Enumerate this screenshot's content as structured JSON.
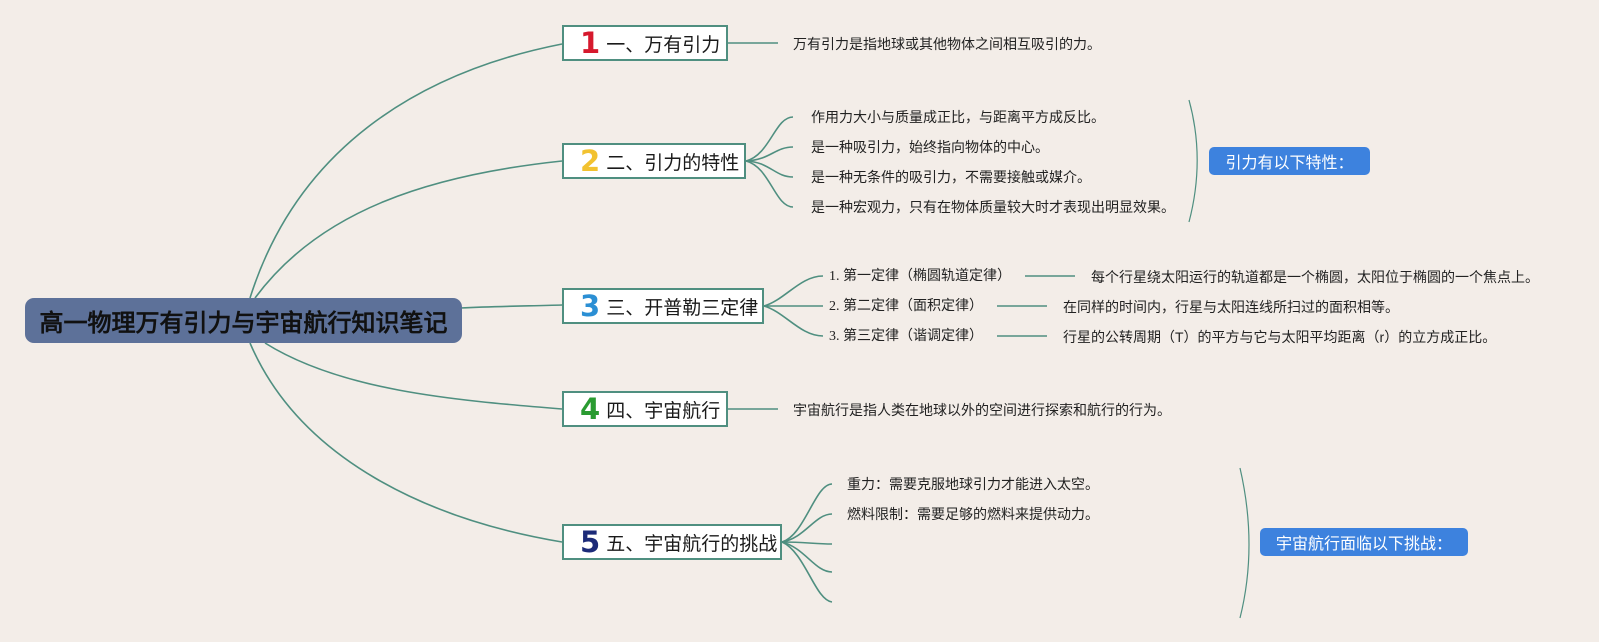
{
  "root": {
    "title": "高一物理万有引力与宇宙航行知识笔记"
  },
  "branches": [
    {
      "num": "1",
      "num_color": "#d6192d",
      "label": "一、万有引力"
    },
    {
      "num": "2",
      "num_color": "#f2c230",
      "label": "二、引力的特性"
    },
    {
      "num": "3",
      "num_color": "#2b8fd4",
      "label": "三、开普勒三定律"
    },
    {
      "num": "4",
      "num_color": "#2a9b31",
      "label": "四、宇宙航行"
    },
    {
      "num": "5",
      "num_color": "#1c2a78",
      "label": "五、宇宙航行的挑战"
    }
  ],
  "b1": {
    "leaf": "万有引力是指地球或其他物体之间相互吸引的力。"
  },
  "b2": {
    "items": [
      "作用力大小与质量成正比，与距离平方成反比。",
      "是一种吸引力，始终指向物体的中心。",
      "是一种无条件的吸引力，不需要接触或媒介。",
      "是一种宏观力，只有在物体质量较大时才表现出明显效果。"
    ],
    "summary": "引力有以下特性："
  },
  "b3": {
    "laws": [
      {
        "name": "1. 第一定律（椭圆轨道定律）",
        "desc": "每个行星绕太阳运行的轨道都是一个椭圆，太阳位于椭圆的一个焦点上。"
      },
      {
        "name": "2. 第二定律（面积定律）",
        "desc": "在同样的时间内，行星与太阳连线所扫过的面积相等。"
      },
      {
        "name": "3. 第三定律（谐调定律）",
        "desc": "行星的公转周期（T）的平方与它与太阳平均距离（r）的立方成正比。"
      }
    ]
  },
  "b4": {
    "leaf": "宇宙航行是指人类在地球以外的空间进行探索和航行的行为。"
  },
  "b5": {
    "items": [
      "重力：需要克服地球引力才能进入太空。",
      "燃料限制：需要足够的燃料来提供动力。"
    ],
    "summary": "宇宙航行面临以下挑战："
  },
  "colors": {
    "line": "#4f8f80",
    "root_bg": "#5d7199",
    "callout_bg": "#3d82de",
    "bg": "#f3ede8"
  }
}
